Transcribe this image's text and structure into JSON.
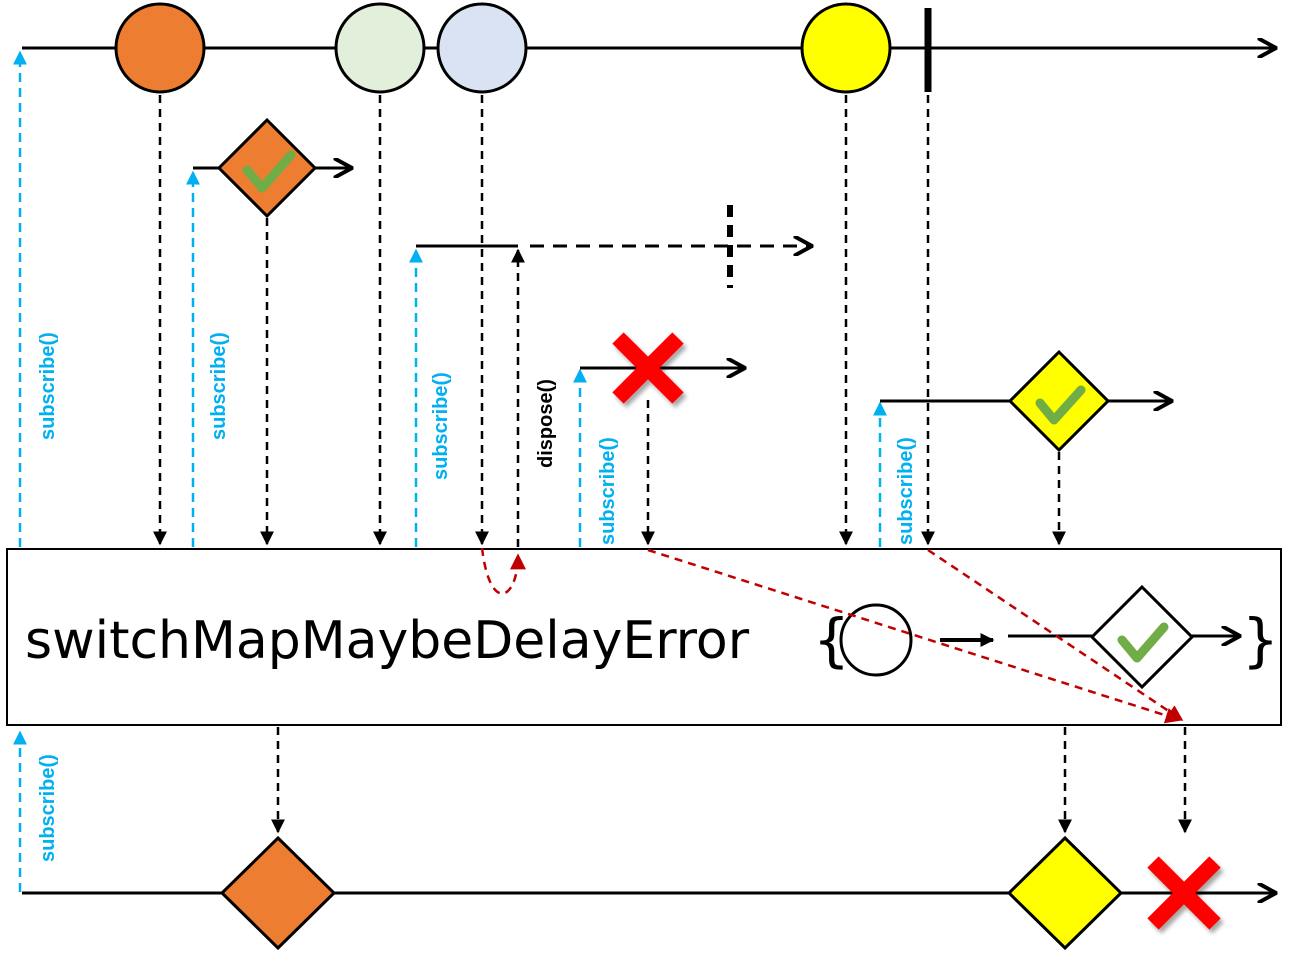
{
  "operator": {
    "name": "switchMapMaybeDelayError",
    "brace_open": "{",
    "brace_close": "}"
  },
  "labels": {
    "subscribe": "subscribe()",
    "dispose": "dispose()"
  },
  "colors": {
    "orange": "#ED7D31",
    "light_green": "#E2EFDA",
    "light_blue": "#DAE3F3",
    "yellow": "#FFFF00",
    "check_green": "#70AD47",
    "error_red": "#FF0000",
    "subscribe_blue": "#00B0F0",
    "dispose_red": "#C00000"
  },
  "icons": [
    "check-icon",
    "error-x-icon",
    "arrow-head-icon"
  ]
}
